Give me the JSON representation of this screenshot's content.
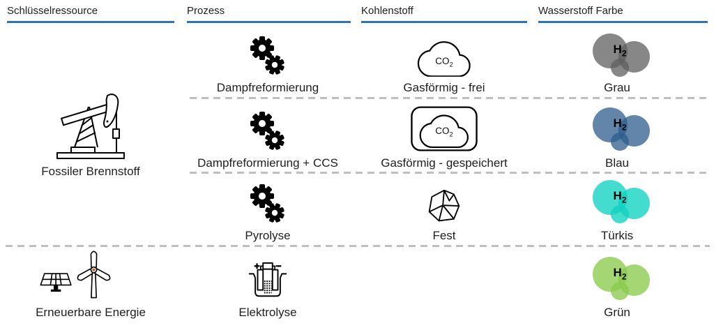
{
  "theme": {
    "underline": "#2E75B6",
    "dash": "#BFBFBF",
    "text": "#1F1F1F",
    "icon": "#000000",
    "turbine_hub": "#C55A11"
  },
  "headers": [
    {
      "label": "Schlüsselressource"
    },
    {
      "label": "Prozess"
    },
    {
      "label": "Kohlenstoff"
    },
    {
      "label": "Wasserstoff Farbe"
    }
  ],
  "resources": [
    {
      "label": "Fossiler Brennstoff",
      "icon": "oil-pump-jack-icon"
    },
    {
      "label": "Erneuerbare Energie",
      "icon": "wind-turbine-solar-panel-icon"
    }
  ],
  "rows": [
    {
      "process_label": "Dampfreformierung",
      "process_icon": "gears-icon",
      "carbon_label": "Gasförmig - frei",
      "carbon_icon": "co2-cloud-icon",
      "co2": {
        "symbol": "CO",
        "sub": "2"
      },
      "h2": {
        "symbol": "H",
        "sub": "2"
      },
      "color_label": "Grau",
      "bubble_hex": "#5F5F5F",
      "bubble_css": "background: rgba(95,95,95,0.75)"
    },
    {
      "process_label": "Dampfreformierung + CCS",
      "process_icon": "gears-icon",
      "carbon_label": "Gasförmig - gespeichert",
      "carbon_icon": "co2-cloud-stored-icon",
      "co2": {
        "symbol": "CO",
        "sub": "2"
      },
      "h2": {
        "symbol": "H",
        "sub": "2"
      },
      "color_label": "Blau",
      "bubble_hex": "#2D5C8C",
      "bubble_css": "background: rgba(45,92,140,0.75)"
    },
    {
      "process_label": "Pyrolyse",
      "process_icon": "gears-icon",
      "carbon_label": "Fest",
      "carbon_icon": "solid-carbon-rock-icon",
      "h2": {
        "symbol": "H",
        "sub": "2"
      },
      "color_label": "Türkis",
      "bubble_hex": "#0FD2C0",
      "bubble_css": "background: rgba(15,210,192,0.78)"
    },
    {
      "process_label": "Elektrolyse",
      "process_icon": "electrolysis-cell-icon",
      "h2": {
        "symbol": "H",
        "sub": "2"
      },
      "color_label": "Grün",
      "bubble_hex": "#8BCB4B",
      "bubble_css": "background: rgba(139,203,75,0.78)"
    }
  ]
}
